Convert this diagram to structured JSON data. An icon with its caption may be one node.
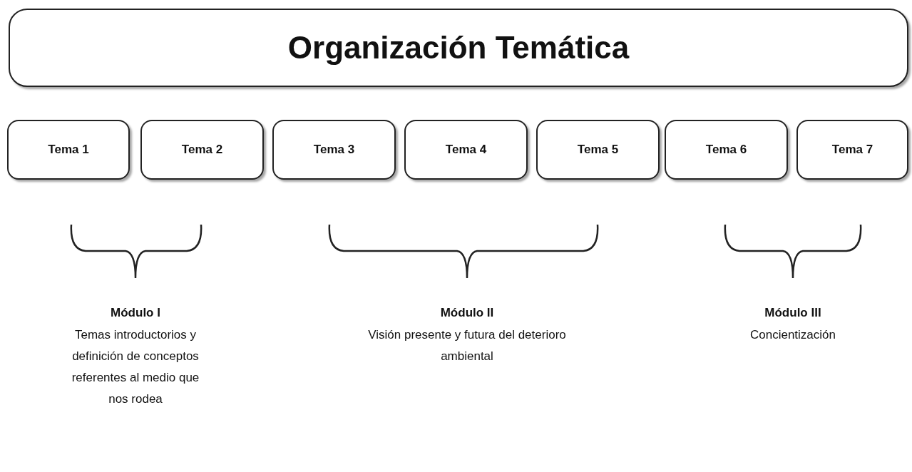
{
  "diagram": {
    "nodes": [
      {
        "text": [
          "Organización Temática"
        ]
      },
      {
        "text": [
          "Tema 1"
        ]
      },
      {
        "text": [
          "Tema 2"
        ]
      },
      {
        "text": [
          "Tema 3"
        ]
      },
      {
        "text": [
          "Tema 4"
        ]
      },
      {
        "text": [
          "Tema 5"
        ]
      },
      {
        "text": [
          "Tema 6"
        ]
      },
      {
        "text": [
          "Tema 7"
        ]
      }
    ],
    "labels": [
      "Módulo I",
      "Temas introductorios y definición de conceptos referentes al medio que nos rodea",
      "Módulo II",
      "Visión presente y futura del deterioro ambiental",
      "Módulo III",
      "Concientización"
    ]
  }
}
